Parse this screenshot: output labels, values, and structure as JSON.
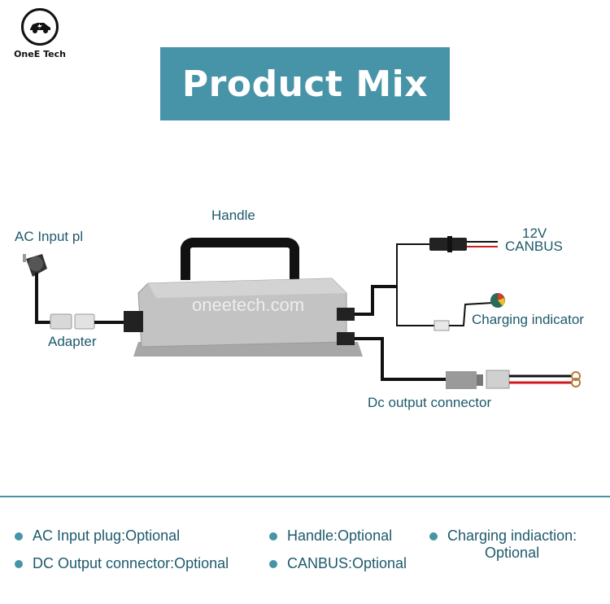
{
  "brand": {
    "name": "OnеE Tech"
  },
  "header": {
    "title": "Product Mix"
  },
  "diagram": {
    "watermark": "oneetech.com",
    "labels": {
      "handle": "Handle",
      "ac_input": "AC Input pl",
      "adapter": "Adapter",
      "voltage": "12V",
      "canbus": "CANBUS",
      "charging_indicator": "Charging indicator",
      "dc_output": "Dc output connector"
    }
  },
  "options": [
    {
      "text": "AC Input plug:Optional"
    },
    {
      "text": "Handle:Optional"
    },
    {
      "line1": "Charging indiaction:",
      "line2": "Optional"
    },
    {
      "text": "DC Output connector:Optional"
    },
    {
      "text": "CANBUS:Optional"
    }
  ],
  "colors": {
    "accent": "#4793a7",
    "text": "#1d5a6b",
    "red_wire": "#d0191c"
  }
}
